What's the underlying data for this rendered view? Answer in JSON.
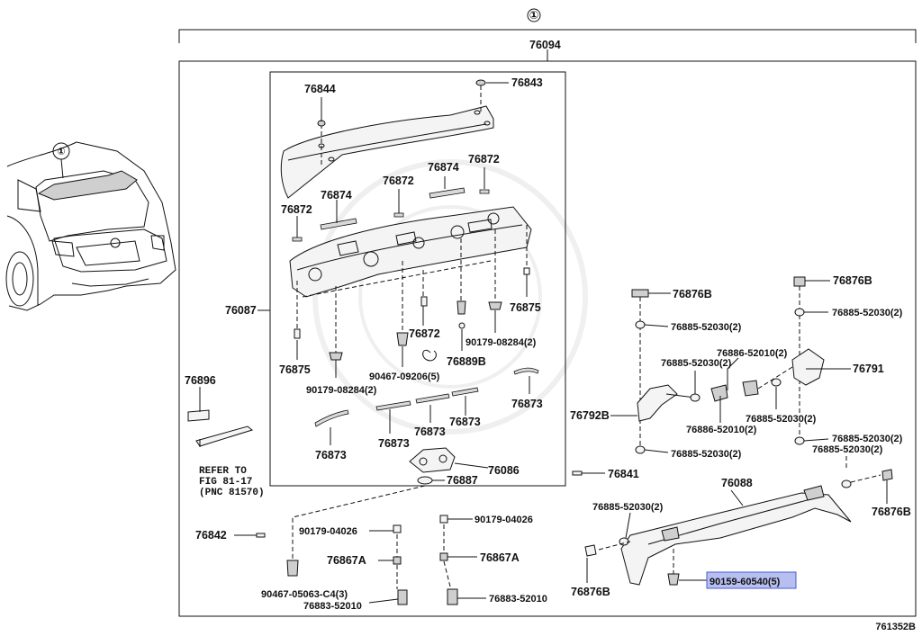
{
  "diagram": {
    "assembly_marker": "①",
    "assembly_number": "76094",
    "figure_code": "761352B",
    "labels": {
      "p76844": "76844",
      "p76843": "76843",
      "p76874a": "76874",
      "p76872a": "76872",
      "p76872b": "76872",
      "p76874b": "76874",
      "p76872c": "76872",
      "p76087": "76087",
      "p76875a": "76875",
      "p76875b": "76875",
      "p90179a": "90179-08284(2)",
      "p90179b": "90179-08284(2)",
      "p76872d": "76872",
      "p90467a": "90467-09206(5)",
      "p76889b": "76889B",
      "p76896": "76896",
      "p76873a": "76873",
      "p76873b": "76873",
      "p76873c": "76873",
      "p76873d": "76873",
      "p76086": "76086",
      "p76887": "76887",
      "p76842": "76842",
      "p90179c": "90179-04026",
      "p90179d": "90179-04026",
      "p76867a": "76867A",
      "p76867b": "76867A",
      "p90467b": "90467-05063-C4(3)",
      "p76883a": "76883-52010",
      "p76883b": "76883-52010",
      "p76841": "76841",
      "p76876b1": "76876B",
      "p76876b2": "76876B",
      "p76876b3": "76876B",
      "p76876b4": "76876B",
      "p76885a": "76885-52030(2)",
      "p76885b": "76885-52030(2)",
      "p76885c": "76885-52030(2)",
      "p76885d": "76885-52030(2)",
      "p76885e": "76885-52030(2)",
      "p76885f": "76885-52030(2)",
      "p76885g": "76885-52030(2)",
      "p76885h": "76885-52030(2)",
      "p76886a": "76886-52010(2)",
      "p76886b": "76886-52010(2)",
      "p76791": "76791",
      "p76792b": "76792B",
      "p76088": "76088",
      "p90159": "90159-60540(5)"
    },
    "refer_note": [
      "REFER TO",
      "FIG 81-17",
      "(PNC 81570)"
    ],
    "highlight_color": "#b7bff0"
  }
}
